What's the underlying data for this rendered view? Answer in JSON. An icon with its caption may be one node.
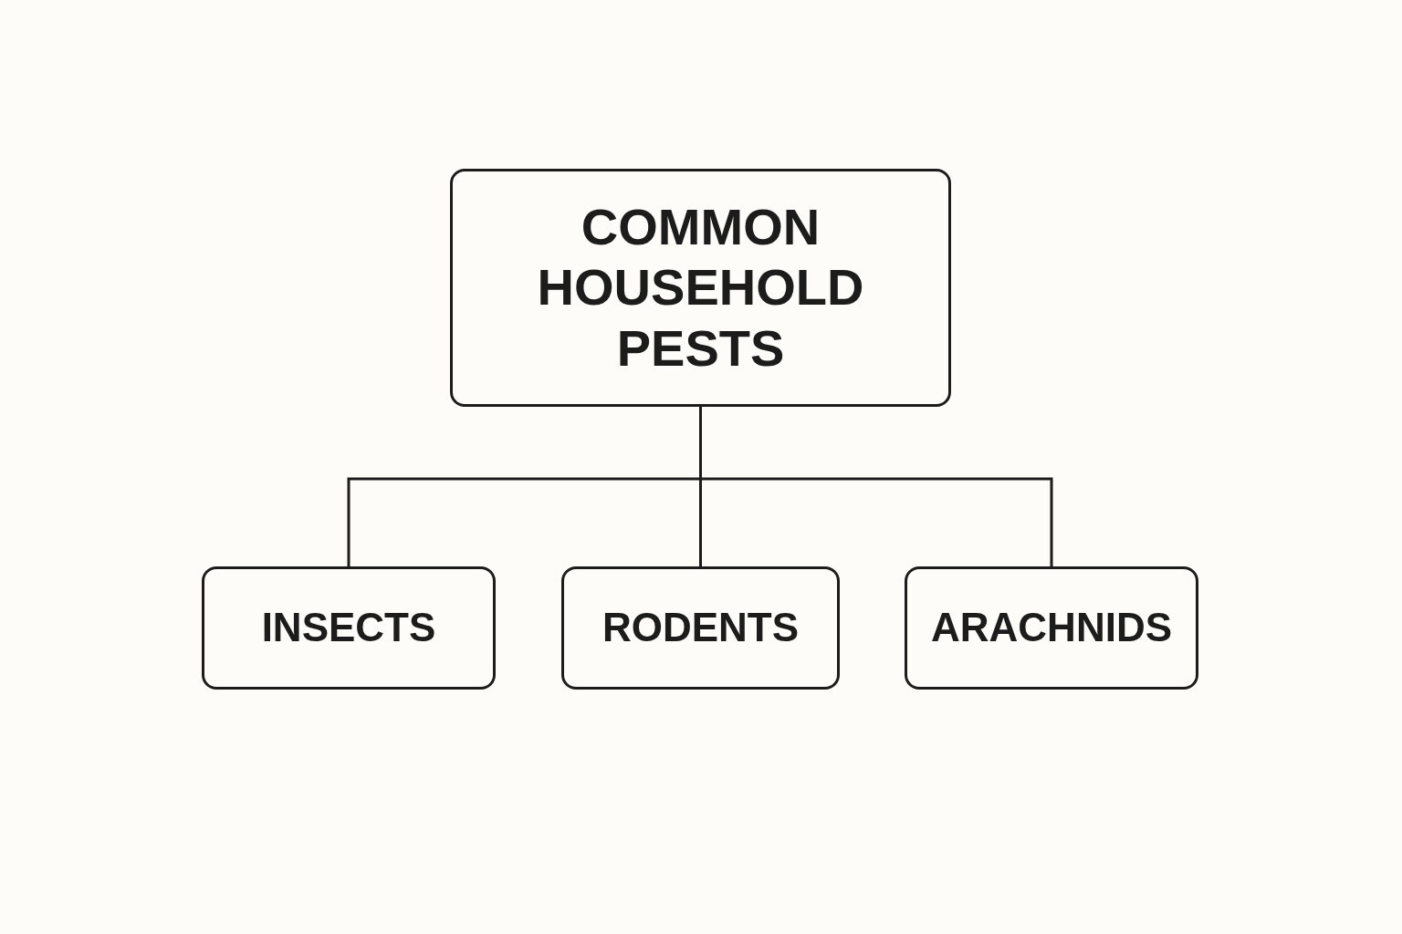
{
  "diagram": {
    "nodes": [
      {
        "text": [
          "COMMON HOUSEHOLD PESTS"
        ]
      },
      {
        "text": [
          "INSECTS"
        ]
      },
      {
        "text": [
          "RODENTS"
        ]
      },
      {
        "text": [
          "ARACHNIDS"
        ]
      }
    ],
    "edges": [
      {
        "from": 0,
        "to": 1,
        "arrow": "none"
      },
      {
        "from": 0,
        "to": 2,
        "arrow": "none"
      },
      {
        "from": 0,
        "to": 3,
        "arrow": "none"
      }
    ]
  }
}
